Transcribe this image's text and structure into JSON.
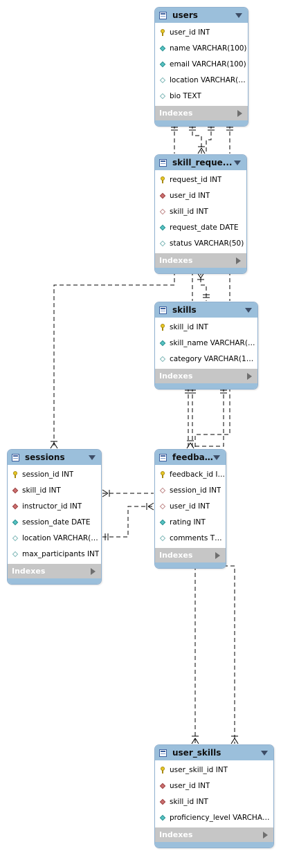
{
  "tables": {
    "users": {
      "title": "users",
      "columns": [
        {
          "name": "user_id INT",
          "icon": "key-icon"
        },
        {
          "name": "name VARCHAR(100)",
          "icon": "not-null-icon"
        },
        {
          "name": "email VARCHAR(100)",
          "icon": "not-null-icon"
        },
        {
          "name": "location VARCHAR(10...",
          "icon": "nullable-icon"
        },
        {
          "name": "bio TEXT",
          "icon": "nullable-icon"
        }
      ],
      "indexes_label": "Indexes"
    },
    "skill_requests": {
      "title": "skill_reque...",
      "columns": [
        {
          "name": "request_id INT",
          "icon": "key-icon"
        },
        {
          "name": "user_id INT",
          "icon": "foreign-key-icon"
        },
        {
          "name": "skill_id INT",
          "icon": "nullable-foreign-key-icon"
        },
        {
          "name": "request_date DATE",
          "icon": "not-null-icon"
        },
        {
          "name": "status VARCHAR(50)",
          "icon": "nullable-icon"
        }
      ],
      "indexes_label": "Indexes"
    },
    "skills": {
      "title": "skills",
      "columns": [
        {
          "name": "skill_id INT",
          "icon": "key-icon"
        },
        {
          "name": "skill_name VARCHAR(10...",
          "icon": "not-null-icon"
        },
        {
          "name": "category VARCHAR(100)",
          "icon": "nullable-icon"
        }
      ],
      "indexes_label": "Indexes"
    },
    "sessions": {
      "title": "sessions",
      "columns": [
        {
          "name": "session_id INT",
          "icon": "key-icon"
        },
        {
          "name": "skill_id INT",
          "icon": "foreign-key-icon"
        },
        {
          "name": "instructor_id INT",
          "icon": "foreign-key-icon"
        },
        {
          "name": "session_date DATE",
          "icon": "not-null-icon"
        },
        {
          "name": "location VARCHAR(10...",
          "icon": "nullable-icon"
        },
        {
          "name": "max_participants INT",
          "icon": "nullable-icon"
        }
      ],
      "indexes_label": "Indexes"
    },
    "feedback": {
      "title": "feedba...",
      "columns": [
        {
          "name": "feedback_id INT",
          "icon": "key-icon"
        },
        {
          "name": "session_id INT",
          "icon": "nullable-foreign-key-icon"
        },
        {
          "name": "user_id INT",
          "icon": "nullable-foreign-key-icon"
        },
        {
          "name": "rating INT",
          "icon": "not-null-icon"
        },
        {
          "name": "comments TEXT",
          "icon": "nullable-icon"
        }
      ],
      "indexes_label": "Indexes"
    },
    "user_skills": {
      "title": "user_skills",
      "columns": [
        {
          "name": "user_skill_id INT",
          "icon": "key-icon"
        },
        {
          "name": "user_id INT",
          "icon": "foreign-key-icon"
        },
        {
          "name": "skill_id INT",
          "icon": "foreign-key-icon"
        },
        {
          "name": "proficiency_level VARCHAR(5...",
          "icon": "not-null-icon"
        }
      ],
      "indexes_label": "Indexes"
    }
  }
}
